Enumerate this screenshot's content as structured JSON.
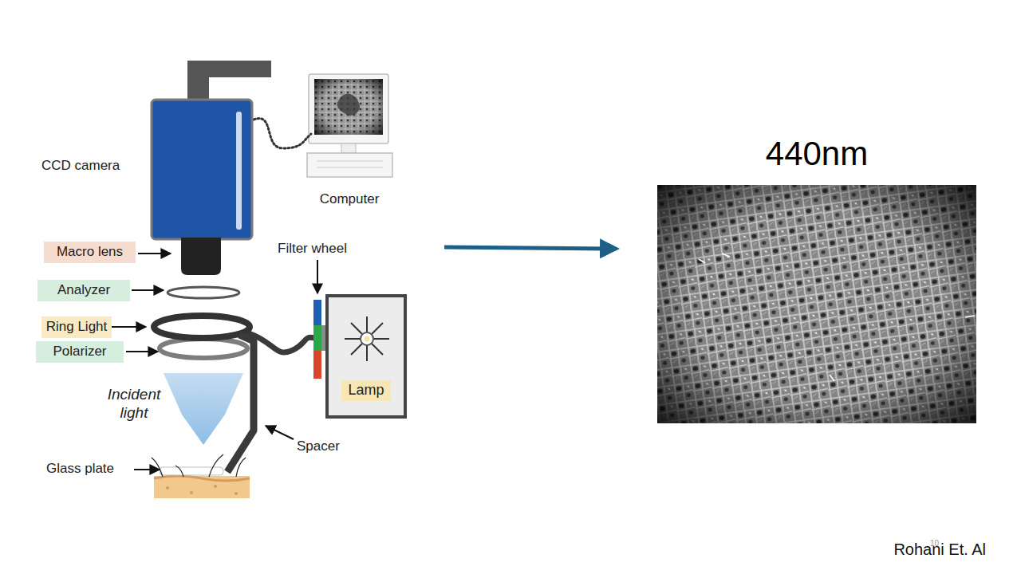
{
  "diagram": {
    "nodes": [
      {
        "text": [
          "Macro lens"
        ]
      },
      {
        "text": [
          "Analyzer"
        ]
      },
      {
        "text": [
          "Ring Light"
        ]
      },
      {
        "text": [
          "Polarizer"
        ]
      },
      {
        "text": [
          "Lamp"
        ]
      },
      {
        "text": [
          "440nm"
        ]
      }
    ],
    "labels": [
      "CCD camera",
      "Computer",
      "Filter wheel",
      "Incident light",
      "Spacer",
      "Glass plate",
      "Rohani Et. Al",
      "10"
    ]
  }
}
